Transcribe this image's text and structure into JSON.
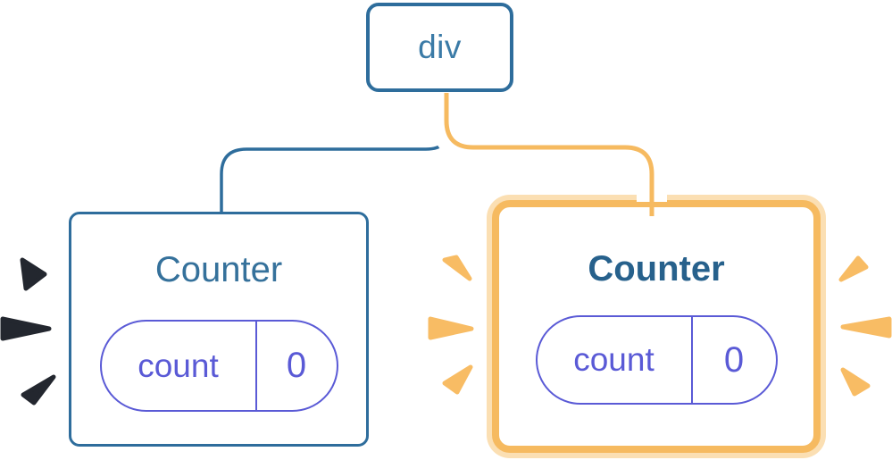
{
  "diagram": {
    "root": {
      "label": "div"
    },
    "left_counter": {
      "title": "Counter",
      "state_name": "count",
      "state_value": "0",
      "highlighted": false
    },
    "right_counter": {
      "title": "Counter",
      "state_name": "count",
      "state_value": "0",
      "highlighted": true
    }
  },
  "colors": {
    "node_border_blue": "#2E6D9C",
    "node_label_blue": "#3B7BA7",
    "title_left_blue": "#35719B",
    "title_right_blue": "#27618C",
    "state_pill_indigo": "#5A5AD6",
    "highlight_orange": "#F6BA60",
    "highlight_pale_orange": "#FBDFB3",
    "spark_orange": "#F8BC64",
    "spark_dark": "#23272F",
    "connector_casing": "#FFFFFF"
  }
}
